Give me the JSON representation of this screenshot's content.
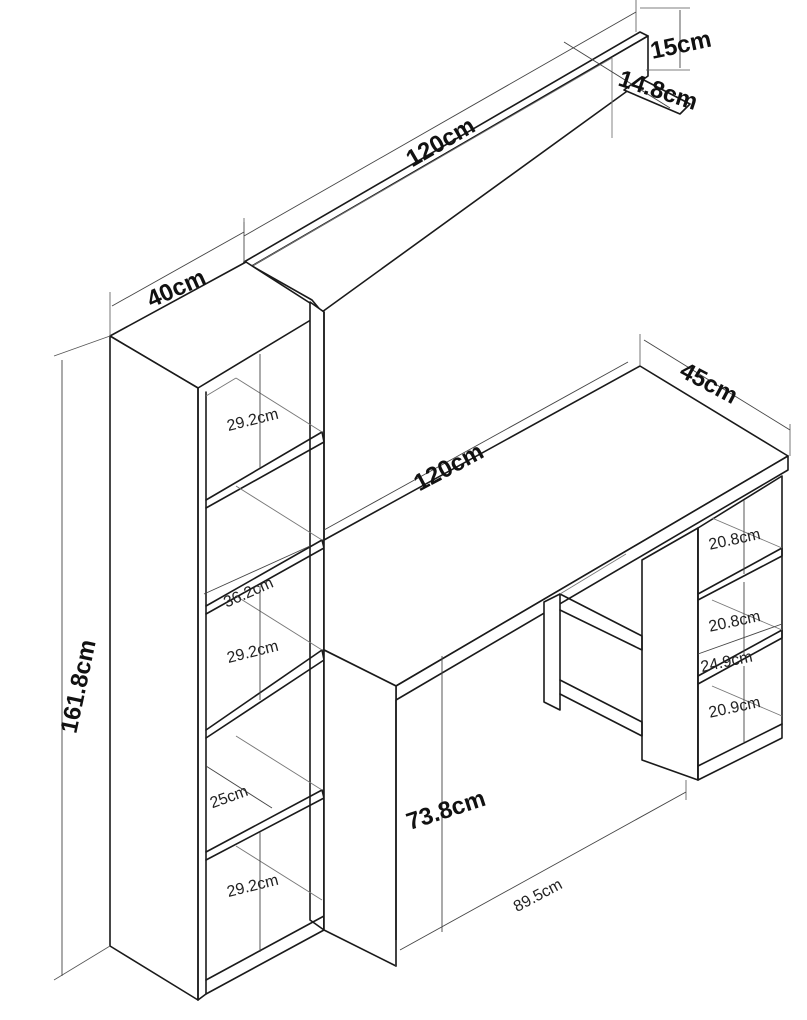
{
  "diagram": {
    "shelf_width": "120cm",
    "shelf_height": "15cm",
    "shelf_depth": "14.8cm",
    "bookcase_width": "40cm",
    "total_height": "161.8cm",
    "desk_width": "120cm",
    "desk_depth": "45cm",
    "desk_height": "73.8cm",
    "desk_clearance": "89.5cm",
    "bookcase_shelves": [
      "29.2cm",
      "36.2cm",
      "29.2cm",
      "25cm",
      "29.2cm"
    ],
    "desk_shelves": [
      "20.8cm",
      "20.8cm",
      "24.9cm",
      "20.9cm"
    ]
  }
}
